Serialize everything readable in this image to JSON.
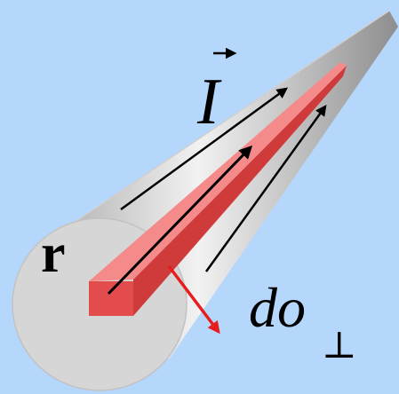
{
  "labels": {
    "current": "I",
    "radius": "r",
    "area_element": "do",
    "perp_subscript": "⊥"
  },
  "colors": {
    "background": "#b6d7fc",
    "wire_light": "#eeeeee",
    "wire_dark": "#9a9a9a",
    "wire_face": "#d4d4d4",
    "strip_light": "#f07070",
    "strip_dark": "#d43c3c",
    "normal_arrow": "#e81c1c",
    "flow_arrow": "#000000"
  }
}
